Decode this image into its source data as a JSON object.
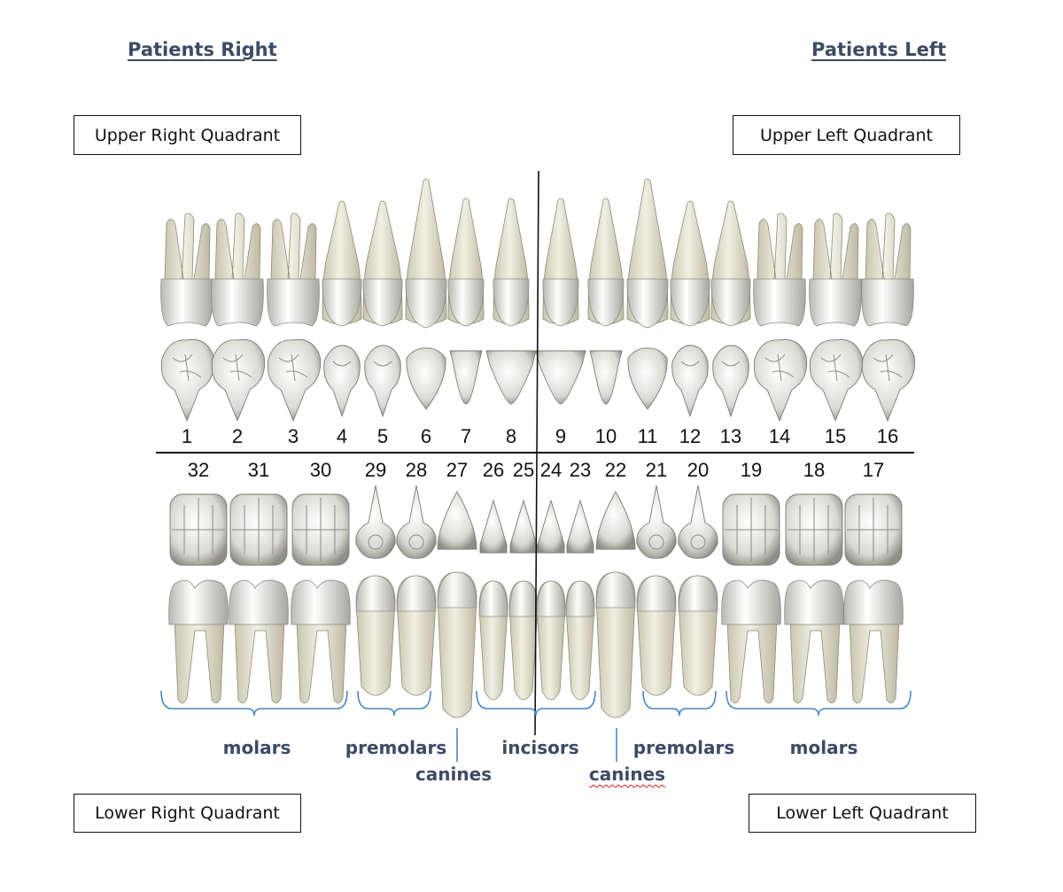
{
  "headings": {
    "patients_right": "Patients Right",
    "patients_left": "Patients Left"
  },
  "quadrants": {
    "upper_right": "Upper Right Quadrant",
    "upper_left": "Upper Left Quadrant",
    "lower_right": "Lower Right Quadrant",
    "lower_left": "Lower Left Quadrant"
  },
  "upper_numbers": [
    "1",
    "2",
    "3",
    "4",
    "5",
    "6",
    "7",
    "8",
    "9",
    "10",
    "11",
    "12",
    "13",
    "14",
    "15",
    "16"
  ],
  "lower_numbers": [
    "32",
    "31",
    "30",
    "29",
    "28",
    "27",
    "26",
    "25",
    "24",
    "23",
    "22",
    "21",
    "20",
    "19",
    "18",
    "17"
  ],
  "groups": {
    "molars_right": "molars",
    "premolars_right": "premolars",
    "canines_right": "canines",
    "incisors": "incisors",
    "canines_left": "canines",
    "premolars_left": "premolars",
    "molars_left": "molars"
  },
  "colors": {
    "heading": "#3d4b63",
    "bracket": "#4a86c8",
    "tooth_light": "#f2f2ec",
    "tooth_shadow": "#a9a99a",
    "root": "#e6e3cf"
  }
}
